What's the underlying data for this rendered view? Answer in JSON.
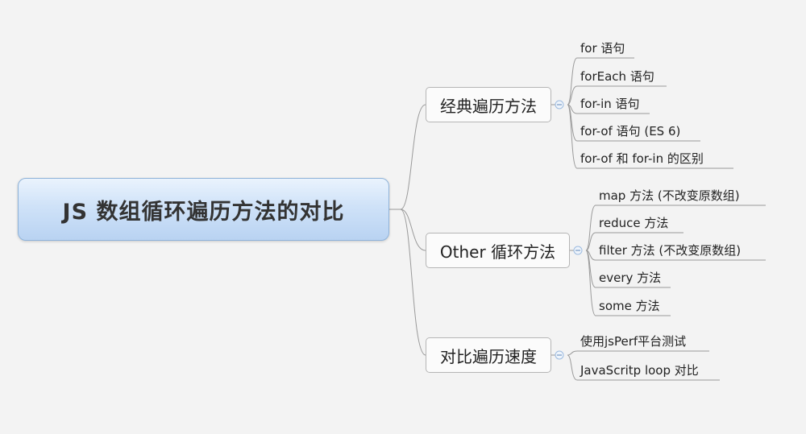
{
  "root": {
    "label": "JS 数组循环遍历方法的对比"
  },
  "branches": [
    {
      "label": "经典遍历方法",
      "children": [
        "for 语句",
        "forEach 语句",
        "for-in 语句",
        "for-of 语句 (ES 6)",
        "for-of 和 for-in 的区别"
      ]
    },
    {
      "label": "Other 循环方法",
      "children": [
        "map 方法 (不改变原数组)",
        "reduce 方法",
        "filter 方法 (不改变原数组)",
        "every 方法",
        "some 方法"
      ]
    },
    {
      "label": "对比遍历速度",
      "children": [
        "使用jsPerf平台测试",
        "JavaScritp loop 对比"
      ]
    }
  ],
  "colors": {
    "background": "#f3f3f3",
    "connector": "#9a9a9a",
    "root_fill": "#c6dcf5",
    "root_border": "#8fb3d9",
    "collapse_marker": "#9dbbe0"
  }
}
